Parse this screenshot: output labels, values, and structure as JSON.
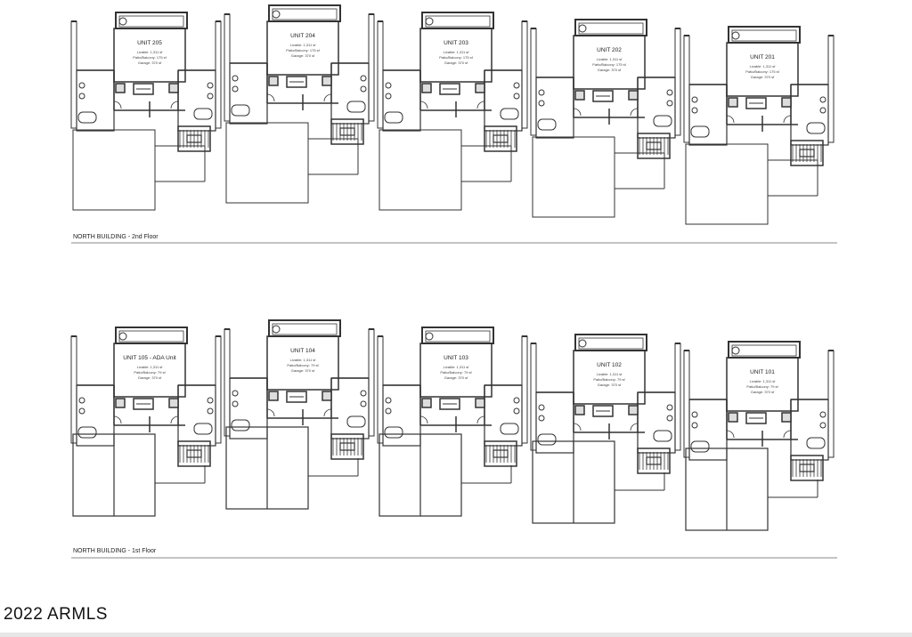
{
  "floors": [
    {
      "label": "NORTH BUILDING - 2nd Floor",
      "units": [
        {
          "name": "UNIT 205",
          "lines": [
            "Livable: 1,311 sf",
            "Patio/Balcony: 175 sf",
            "Garage: 370 sf"
          ]
        },
        {
          "name": "UNIT 204",
          "lines": [
            "Livable: 1,311 sf",
            "Patio/Balcony: 175 sf",
            "Garage: 370 sf"
          ]
        },
        {
          "name": "UNIT 203",
          "lines": [
            "Livable: 1,311 sf",
            "Patio/Balcony: 175 sf",
            "Garage: 370 sf"
          ]
        },
        {
          "name": "UNIT 202",
          "lines": [
            "Livable: 1,311 sf",
            "Patio/Balcony: 175 sf",
            "Garage: 370 sf"
          ]
        },
        {
          "name": "UNIT 201",
          "lines": [
            "Livable: 1,311 sf",
            "Patio/Balcony: 175 sf",
            "Garage: 370 sf"
          ]
        }
      ]
    },
    {
      "label": "NORTH BUILDING - 1st Floor",
      "units": [
        {
          "name": "UNIT 105 - ADA Unit",
          "lines": [
            "Livable: 1,311 sf",
            "Patio/Balcony: 79 sf",
            "Garage: 370 sf"
          ]
        },
        {
          "name": "UNIT 104",
          "lines": [
            "Livable: 1,311 sf",
            "Patio/Balcony: 79 sf",
            "Garage: 370 sf"
          ]
        },
        {
          "name": "UNIT 103",
          "lines": [
            "Livable: 1,311 sf",
            "Patio/Balcony: 79 sf",
            "Garage: 370 sf"
          ]
        },
        {
          "name": "UNIT 102",
          "lines": [
            "Livable: 1,311 sf",
            "Patio/Balcony: 79 sf",
            "Garage: 370 sf"
          ]
        },
        {
          "name": "UNIT 101",
          "lines": [
            "Livable: 1,311 sf",
            "Patio/Balcony: 79 sf",
            "Garage: 370 sf"
          ]
        }
      ]
    }
  ],
  "footer": "2022 ARMLS"
}
